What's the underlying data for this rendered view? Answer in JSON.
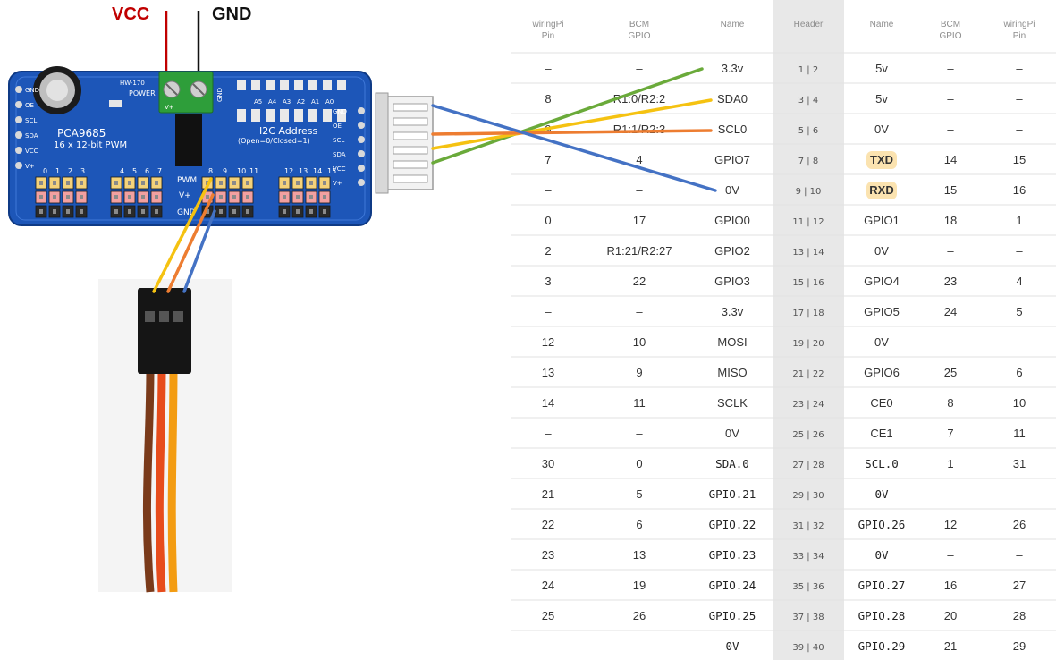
{
  "power": {
    "vcc_label": "VCC",
    "gnd_label": "GND",
    "vcc_color": "#c00000",
    "gnd_color": "#111111"
  },
  "board": {
    "model": "HW-170",
    "chip": "PCA9685",
    "description": "16 x 12-bit PWM",
    "power_label": "POWER",
    "i2c_title": "I2C Address",
    "i2c_note": "(Open=0/Closed=1)",
    "address_bits": [
      "A5",
      "A4",
      "A3",
      "A2",
      "A1",
      "A0"
    ],
    "left_pins": [
      "GND",
      "OE",
      "SCL",
      "SDA",
      "VCC",
      "V+"
    ],
    "right_pins": [
      "GND",
      "OE",
      "SCL",
      "SDA",
      "VCC",
      "V+"
    ],
    "channel_numbers_left": [
      "0",
      "1",
      "2",
      "3",
      "4",
      "5",
      "6",
      "7"
    ],
    "channel_numbers_right": [
      "8",
      "9",
      "10",
      "11",
      "12",
      "13",
      "14",
      "15"
    ],
    "row_labels": [
      "PWM",
      "V+",
      "GND"
    ],
    "terminal_labels": [
      "V+",
      "GND"
    ]
  },
  "wire_colors": {
    "green": "#6aaa3a",
    "yellow": "#f5c211",
    "orange": "#ed7d31",
    "blue": "#4472c4"
  },
  "table": {
    "headers": [
      "wiringPi\nPin",
      "BCM\nGPIO",
      "Name",
      "Header",
      "Name",
      "BCM\nGPIO",
      "wiringPi\nPin"
    ],
    "rows": [
      {
        "wl": "–",
        "bl": "–",
        "nl": "3.3v",
        "cl": "#c0392b",
        "h": "1 | 2",
        "nr": "5v",
        "cr": "#c2651a",
        "br": "–",
        "wr": "–"
      },
      {
        "wl": "8",
        "bl": "R1:0/R2:2",
        "nl": "SDA0",
        "cl": "#3bb3c3",
        "h": "3 | 4",
        "nr": "5v",
        "cr": "#c2651a",
        "br": "–",
        "wr": "–"
      },
      {
        "wl": "9",
        "bl": "R1:1/R2:3",
        "nl": "SCL0",
        "cl": "#3bb3c3",
        "h": "5 | 6",
        "nr": "0V",
        "cr": "#222222",
        "br": "–",
        "wr": "–"
      },
      {
        "wl": "7",
        "bl": "4",
        "nl": "GPIO7",
        "cl": "#2e7d32",
        "h": "7 | 8",
        "nr": "TXD",
        "cr": "#c0392b",
        "br": "14",
        "wr": "15"
      },
      {
        "wl": "–",
        "bl": "–",
        "nl": "0V",
        "cl": "#222222",
        "h": "9 | 10",
        "nr": "RXD",
        "cr": "#c0392b",
        "br": "15",
        "wr": "16"
      },
      {
        "wl": "0",
        "bl": "17",
        "nl": "GPIO0",
        "cl": "#2e7d32",
        "h": "11 | 12",
        "nr": "GPIO1",
        "cr": "#2e7d32",
        "br": "18",
        "wr": "1"
      },
      {
        "wl": "2",
        "bl": "R1:21/R2:27",
        "nl": "GPIO2",
        "cl": "#2e7d32",
        "h": "13 | 14",
        "nr": "0V",
        "cr": "#222222",
        "br": "–",
        "wr": "–"
      },
      {
        "wl": "3",
        "bl": "22",
        "nl": "GPIO3",
        "cl": "#2e7d32",
        "h": "15 | 16",
        "nr": "GPIO4",
        "cr": "#2e7d32",
        "br": "23",
        "wr": "4"
      },
      {
        "wl": "–",
        "bl": "–",
        "nl": "3.3v",
        "cl": "#c0392b",
        "h": "17 | 18",
        "nr": "GPIO5",
        "cr": "#2e7d32",
        "br": "24",
        "wr": "5"
      },
      {
        "wl": "12",
        "bl": "10",
        "nl": "MOSI",
        "cl": "#7b2d8e",
        "h": "19 | 20",
        "nr": "0V",
        "cr": "#222222",
        "br": "–",
        "wr": "–"
      },
      {
        "wl": "13",
        "bl": "9",
        "nl": "MISO",
        "cl": "#7b2d8e",
        "h": "21 | 22",
        "nr": "GPIO6",
        "cr": "#2e7d32",
        "br": "25",
        "wr": "6"
      },
      {
        "wl": "14",
        "bl": "11",
        "nl": "SCLK",
        "cl": "#7b2d8e",
        "h": "23 | 24",
        "nr": "CE0",
        "cr": "#7b2d8e",
        "br": "8",
        "wr": "10"
      },
      {
        "wl": "–",
        "bl": "–",
        "nl": "0V",
        "cl": "#222222",
        "h": "25 | 26",
        "nr": "CE1",
        "cr": "#7b2d8e",
        "br": "7",
        "wr": "11"
      },
      {
        "wl": "30",
        "bl": "0",
        "nl": "SDA.0",
        "cl": "#222222",
        "h": "27 | 28",
        "nr": "SCL.0",
        "cr": "#222222",
        "br": "1",
        "wr": "31"
      },
      {
        "wl": "21",
        "bl": "5",
        "nl": "GPIO.21",
        "cl": "#222222",
        "h": "29 | 30",
        "nr": "0V",
        "cr": "#222222",
        "br": "–",
        "wr": "–"
      },
      {
        "wl": "22",
        "bl": "6",
        "nl": "GPIO.22",
        "cl": "#222222",
        "h": "31 | 32",
        "nr": "GPIO.26",
        "cr": "#222222",
        "br": "12",
        "wr": "26"
      },
      {
        "wl": "23",
        "bl": "13",
        "nl": "GPIO.23",
        "cl": "#222222",
        "h": "33 | 34",
        "nr": "0V",
        "cr": "#222222",
        "br": "–",
        "wr": "–"
      },
      {
        "wl": "24",
        "bl": "19",
        "nl": "GPIO.24",
        "cl": "#222222",
        "h": "35 | 36",
        "nr": "GPIO.27",
        "cr": "#222222",
        "br": "16",
        "wr": "27"
      },
      {
        "wl": "25",
        "bl": "26",
        "nl": "GPIO.25",
        "cl": "#222222",
        "h": "37 | 38",
        "nr": "GPIO.28",
        "cr": "#222222",
        "br": "20",
        "wr": "28"
      },
      {
        "wl": "",
        "bl": "",
        "nl": "0V",
        "cl": "#222222",
        "h": "39 | 40",
        "nr": "GPIO.29",
        "cr": "#222222",
        "br": "21",
        "wr": "29"
      }
    ]
  }
}
